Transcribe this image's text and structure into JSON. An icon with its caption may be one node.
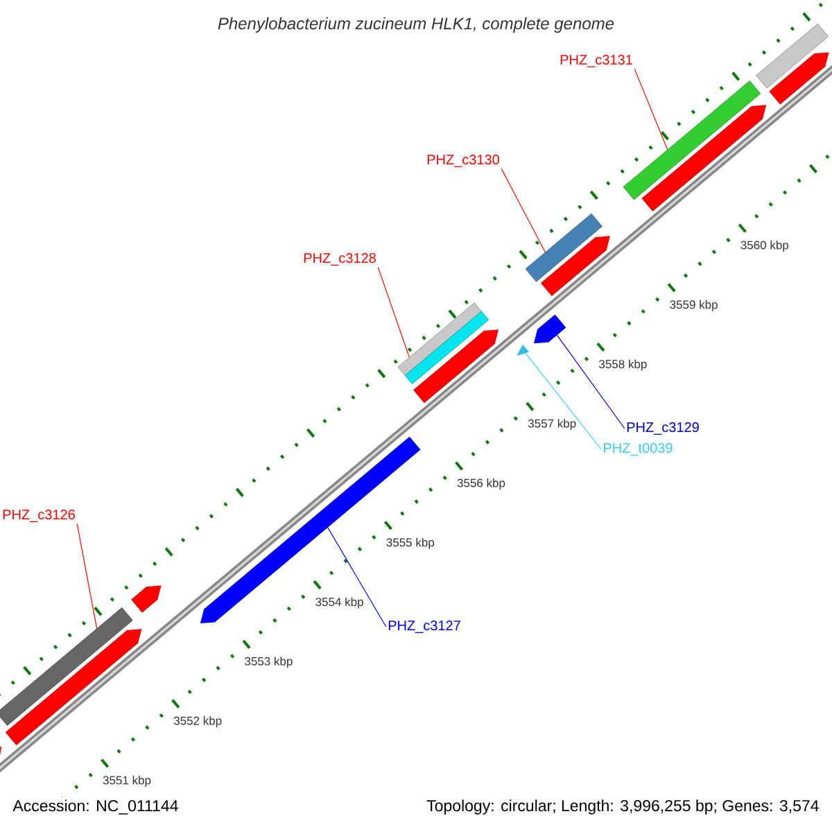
{
  "diagram": {
    "title": "Phenylobacterium zucineum HLK1, complete genome",
    "nodes": [
      {
        "text": [
          "PHZ_c3131"
        ]
      },
      {
        "text": [],
        "shape": "bar"
      },
      {
        "text": [
          "PHZ_c3130"
        ]
      },
      {
        "text": [],
        "shape": "bar"
      },
      {
        "text": [
          "PHZ_c3128"
        ]
      },
      {
        "text": [],
        "shape": "bar"
      },
      {
        "text": [
          "PHZ_c3129"
        ]
      },
      {
        "text": [],
        "shape": "bar"
      },
      {
        "text": [
          "PHZ_t0039"
        ]
      },
      {
        "text": [],
        "shape": "triangle"
      },
      {
        "text": [
          "PHZ_c3126"
        ]
      },
      {
        "text": [],
        "shape": "bar"
      },
      {
        "text": [
          "PHZ_c3127"
        ]
      },
      {
        "text": [],
        "shape": "bar"
      },
      {
        "text": [],
        "shape": "bar"
      },
      {
        "text": [],
        "shape": "bar"
      },
      {
        "text": [],
        "shape": "bar"
      },
      {
        "text": [],
        "shape": "bar"
      },
      {
        "text": [],
        "shape": "bar"
      },
      {
        "text": [],
        "shape": "bar"
      },
      {
        "text": [],
        "shape": "bar"
      },
      {
        "text": [],
        "shape": "bar"
      },
      {
        "text": [],
        "shape": "bar"
      }
    ],
    "edges": [
      {
        "from": 0,
        "to": 1,
        "arrow": "none"
      },
      {
        "from": 2,
        "to": 3,
        "arrow": "none"
      },
      {
        "from": 4,
        "to": 5,
        "arrow": "none"
      },
      {
        "from": 6,
        "to": 7,
        "arrow": "none",
        "color": "#0000cc"
      },
      {
        "from": 8,
        "to": 9,
        "arrow": "none",
        "color": "#33ccff"
      },
      {
        "from": 10,
        "to": 11,
        "arrow": "none"
      },
      {
        "from": 12,
        "to": 13,
        "arrow": "none",
        "color": "#0000ff"
      }
    ],
    "labels": [
      "3560 kbp",
      "3559 kbp",
      "3558 kbp",
      "3557 kbp",
      "3556 kbp",
      "3555 kbp",
      "3554 kbp",
      "3553 kbp",
      "3552 kbp",
      "3551 kbp",
      "Accession: NC_011144",
      "Topology: circular; Length: 3,996,255 bp; Genes: 3,574"
    ]
  }
}
